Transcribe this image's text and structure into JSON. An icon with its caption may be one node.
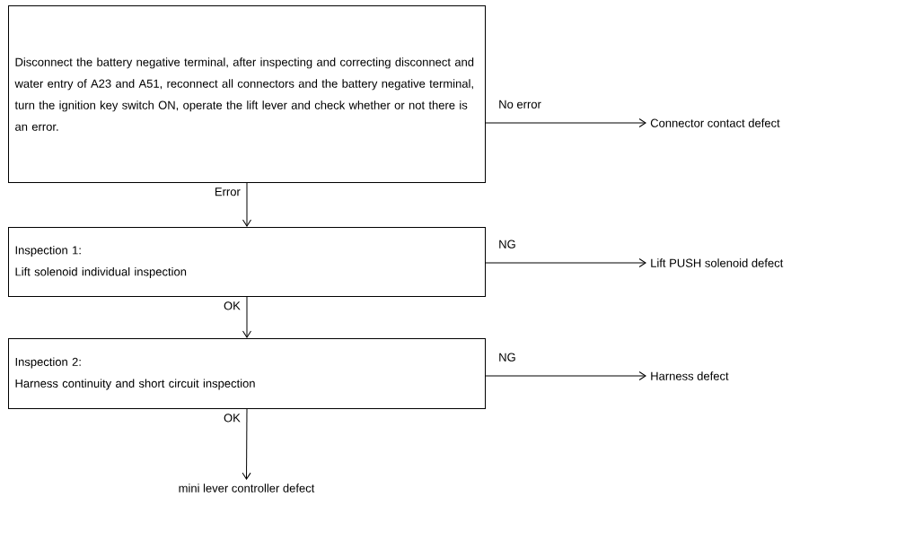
{
  "diagram": {
    "nodes": [
      {
        "text": [
          "Disconnect the battery negative terminal, after inspecting and correcting disconnect and water entry of A23 and A51, reconnect all connectors and the battery negative terminal, turn the ignition key switch ON, operate the lift lever and check whether or not there is an error."
        ]
      },
      {
        "text": [
          "Connector contact defect"
        ]
      },
      {
        "text": [
          "Inspection 1:",
          "Lift solenoid individual inspection"
        ]
      },
      {
        "text": [
          "Lift PUSH solenoid defect"
        ]
      },
      {
        "text": [
          "Inspection 2:",
          "Harness continuity and short circuit inspection"
        ]
      },
      {
        "text": [
          "Harness defect"
        ]
      },
      {
        "text": [
          "mini lever controller defect"
        ]
      }
    ],
    "edges": [
      {
        "from": 0,
        "to": 1,
        "arrow": "to",
        "label": "No error"
      },
      {
        "from": 0,
        "to": 2,
        "arrow": "to",
        "label": "Error"
      },
      {
        "from": 2,
        "to": 3,
        "arrow": "to",
        "label": "NG"
      },
      {
        "from": 2,
        "to": 4,
        "arrow": "to",
        "label": "OK"
      },
      {
        "from": 4,
        "to": 5,
        "arrow": "to",
        "label": "NG"
      },
      {
        "from": 4,
        "to": 6,
        "arrow": "to",
        "label": "OK"
      }
    ]
  }
}
